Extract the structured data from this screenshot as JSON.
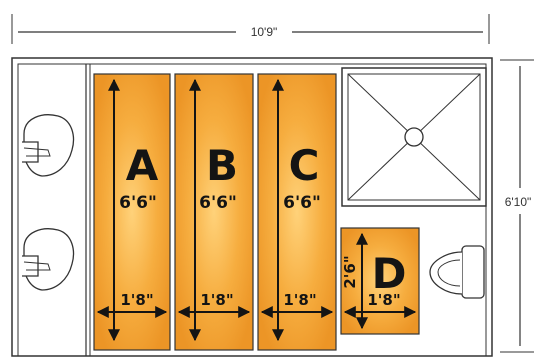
{
  "dimensions": {
    "overall_width": "10'9\"",
    "overall_height": "6'10\""
  },
  "zones": [
    {
      "label": "A",
      "length": "6'6\"",
      "width": "1'8\""
    },
    {
      "label": "B",
      "length": "6'6\"",
      "width": "1'8\""
    },
    {
      "label": "C",
      "length": "6'6\"",
      "width": "1'8\""
    },
    {
      "label": "D",
      "length": "2'6\"",
      "width": "1'8\""
    }
  ],
  "fixtures": {
    "sinks": [
      "sink-icon",
      "sink-icon"
    ],
    "shower": "shower-drain-icon",
    "toilet": "toilet-icon"
  },
  "colors": {
    "heated_zone": "#f0a030",
    "heated_zone_light": "#ffd27a",
    "outline": "#333333"
  }
}
